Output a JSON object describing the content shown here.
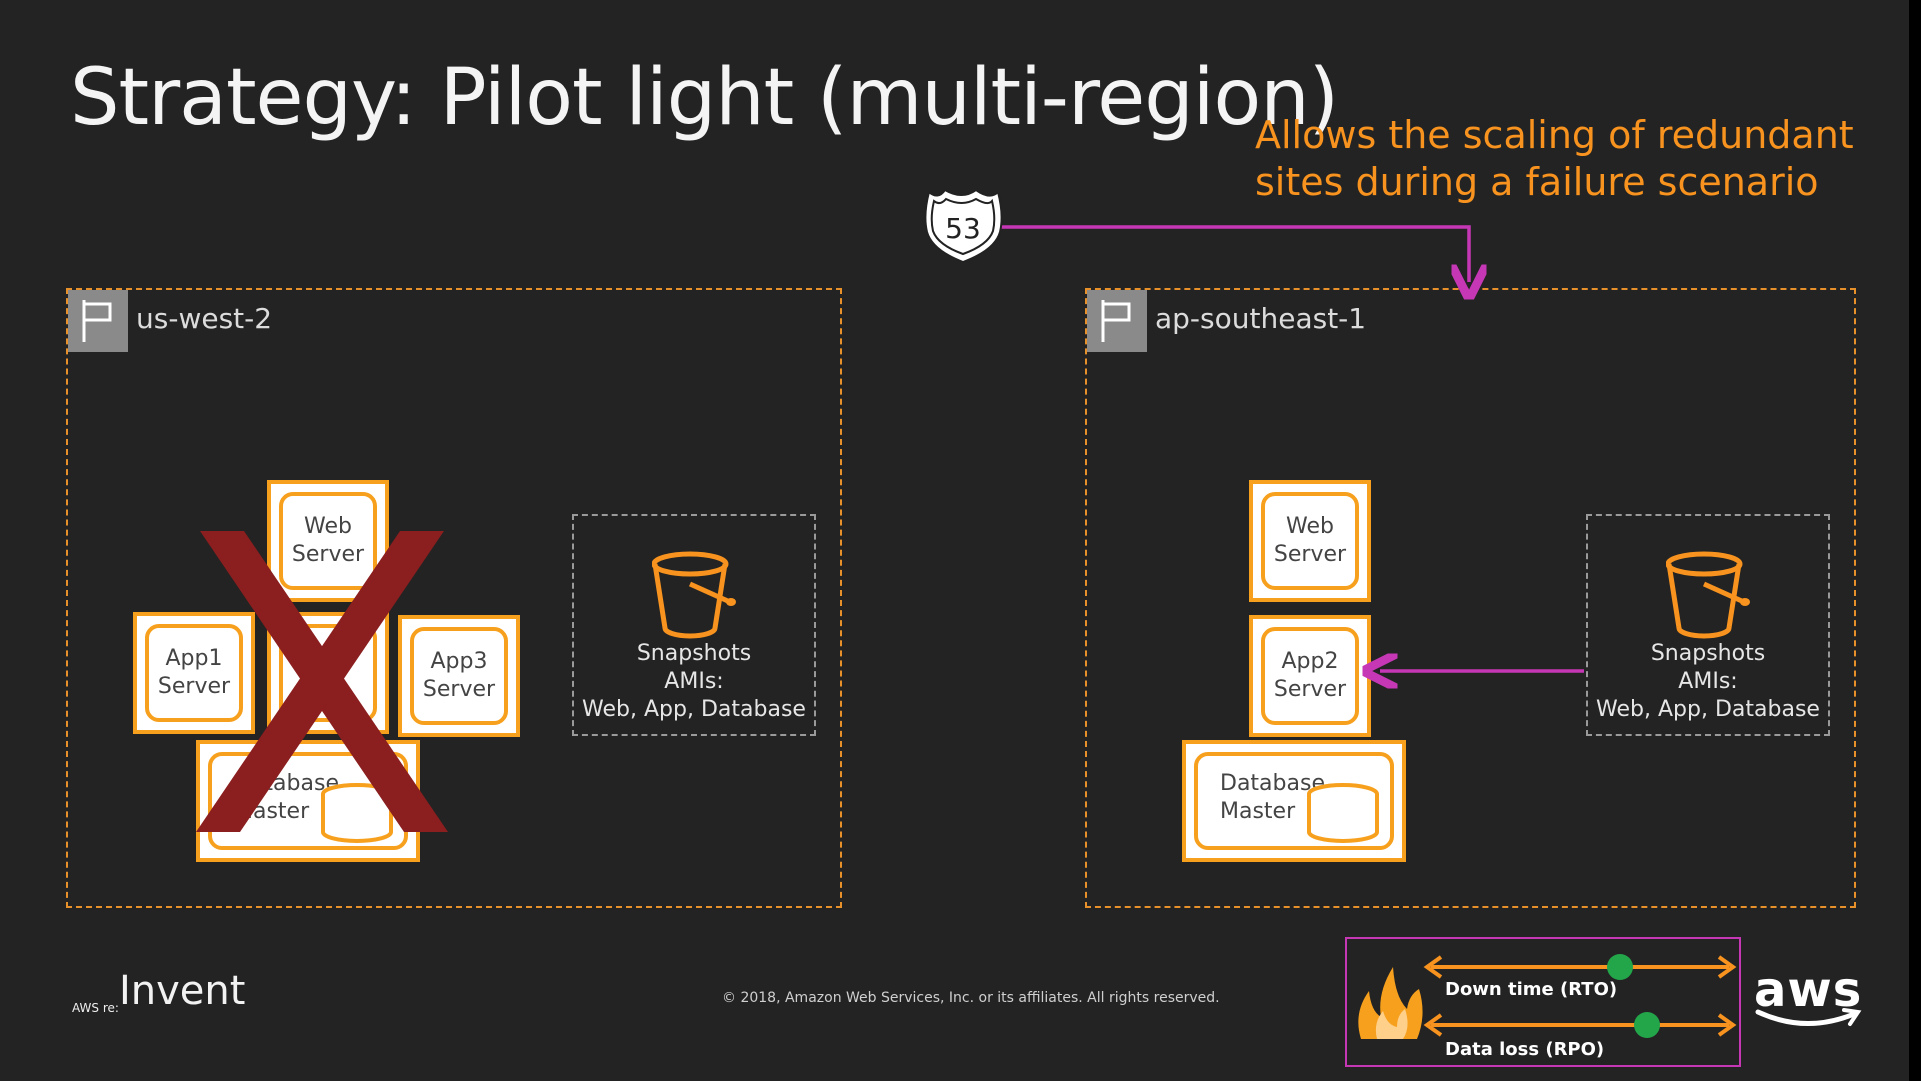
{
  "title": "Strategy: Pilot light (multi-region)",
  "callout": {
    "line1": "Allows the scaling of redundant",
    "line2": "sites during a failure scenario"
  },
  "route53": {
    "label": "53"
  },
  "regions": [
    {
      "name": "us-west-2",
      "servers": {
        "web": [
          "Web",
          "Server"
        ],
        "app1": [
          "App1",
          "Server"
        ],
        "app3": [
          "App3",
          "Server"
        ],
        "db": [
          "Database",
          "Master"
        ]
      },
      "snapshot": [
        "Snapshots",
        "AMIs:",
        "Web, App, Database"
      ]
    },
    {
      "name": "ap-southeast-1",
      "servers": {
        "web": [
          "Web",
          "Server"
        ],
        "app2": [
          "App2",
          "Server"
        ],
        "db": [
          "Database",
          "Master"
        ]
      },
      "snapshot": [
        "Snapshots",
        "AMIs:",
        "Web, App, Database"
      ]
    }
  ],
  "legend": {
    "rto": "Down time (RTO)",
    "rpo": "Data loss (RPO)"
  },
  "footer": {
    "copyright": "© 2018, Amazon Web Services, Inc. or its affiliates. All rights reserved.",
    "event_brand_small": "AWS re:",
    "event_brand": "Invent",
    "brand": "aws"
  },
  "colors": {
    "accent_orange": "#f7931e",
    "connector_magenta": "#c637b6",
    "marker_green": "#23a64a",
    "cross_red": "#8b1e1e"
  }
}
